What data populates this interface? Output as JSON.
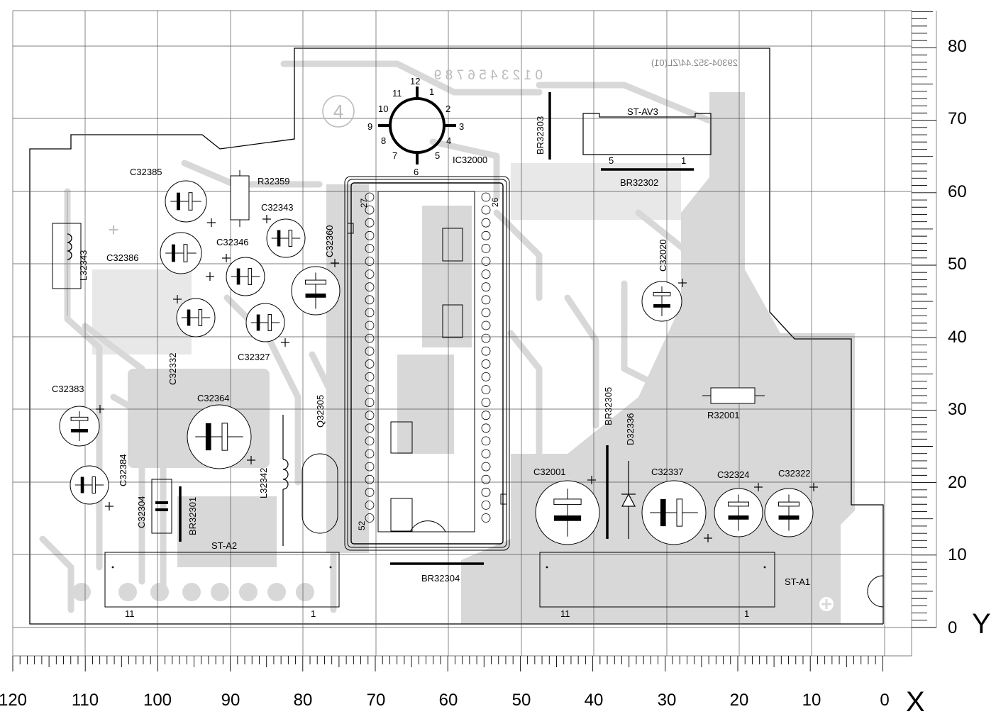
{
  "axes": {
    "x_letter": "X",
    "y_letter": "Y",
    "x_ticks": [
      "120",
      "110",
      "100",
      "90",
      "80",
      "70",
      "60",
      "50",
      "40",
      "30",
      "20",
      "10",
      "0"
    ],
    "y_ticks": [
      "80",
      "70",
      "60",
      "50",
      "40",
      "30",
      "20",
      "10",
      "0"
    ]
  },
  "board": {
    "mirror_code": "29304-352.44/ZL(01)",
    "digit_row": "0 1 2 3 4 5 6 7 8 9",
    "circled_mark": "4",
    "plus_mark": "+"
  },
  "components": {
    "ic": "IC32000",
    "ic_pin_labels": [
      "12",
      "1",
      "2",
      "3",
      "4",
      "5",
      "6",
      "7",
      "8",
      "9",
      "10",
      "11"
    ],
    "ic_socket_pins": [
      "27",
      "26",
      "52"
    ],
    "st_av3": "ST-AV3",
    "st_av3_pin_left": "5",
    "st_av3_pin_right": "1",
    "br32302": "BR32302",
    "br32303": "BR32303",
    "br32304": "BR32304",
    "br32305": "BR32305",
    "br32301": "BR32301",
    "r32359": "R32359",
    "r32001": "R32001",
    "c32385": "C32385",
    "c32386": "C32386",
    "c32343": "C32343",
    "c32346": "C32346",
    "c32360": "C32360",
    "c32332": "C32332",
    "c32327": "C32327",
    "c32020": "C32020",
    "c32383": "C32383",
    "c32384": "C32384",
    "c32364": "C32364",
    "c32304": "C32304",
    "c32001": "C32001",
    "c32337": "C32337",
    "c32324": "C32324",
    "c32322": "C32322",
    "l32343": "L32343",
    "l32342": "L32342",
    "q32305": "Q32305",
    "d32336": "D32336",
    "st_a2": "ST-A2",
    "st_a2_pin_left": "11",
    "st_a2_pin_right": "1",
    "st_a1": "ST-A1",
    "st_a1_pin_left": "11",
    "st_a1_pin_right": "1"
  },
  "colors": {
    "copper": "#d8d8d8",
    "ink": "#000000",
    "faint": "#bbbbbb"
  }
}
